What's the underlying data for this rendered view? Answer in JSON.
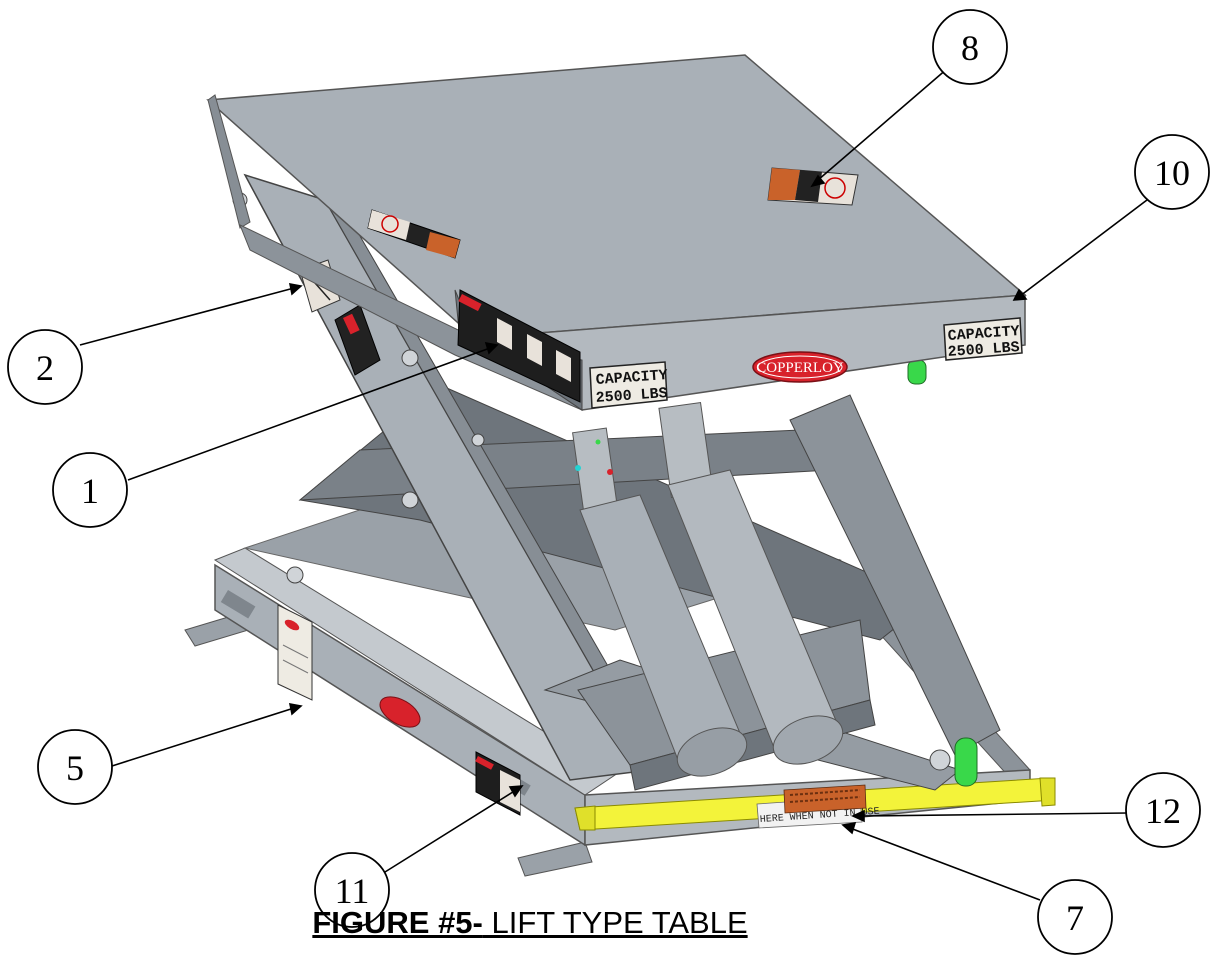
{
  "figure": {
    "caption_bold": "FIGURE #5-",
    "caption_rest": " LIFT TYPE TABLE"
  },
  "decals": {
    "capacity_line1": "CAPACITY",
    "capacity_line2": "2500 LBS",
    "brand": "COPPERLOY",
    "strip_text": "HERE WHEN NOT IN USE"
  },
  "callouts": [
    {
      "label": "8"
    },
    {
      "label": "10"
    },
    {
      "label": "2"
    },
    {
      "label": "1"
    },
    {
      "label": "5"
    },
    {
      "label": "12"
    },
    {
      "label": "11"
    },
    {
      "label": "7"
    }
  ],
  "colors": {
    "steel": "#a9b0b7",
    "steel_dark": "#7f868d",
    "steel_light": "#c4c9ce",
    "yellow": "#f3f33a",
    "green": "#39d84a",
    "logo_red": "#d8222b"
  }
}
